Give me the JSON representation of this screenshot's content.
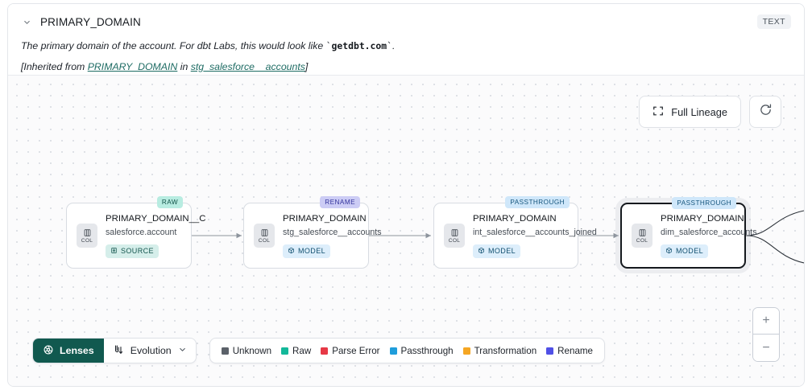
{
  "header": {
    "chevron_icon": "chevron-down-icon",
    "column_name": "PRIMARY_DOMAIN",
    "type_badge": "TEXT",
    "description_pre": "The primary domain of the account. For dbt Labs, this would look like ",
    "description_code": "getdbt.com",
    "description_post": ".",
    "inherited_prefix": "[Inherited from ",
    "inherited_link_1": "PRIMARY_DOMAIN",
    "inherited_middle": " in ",
    "inherited_link_2": "stg_salesforce__accounts",
    "inherited_suffix": "]",
    "link_color": "#1d6b63"
  },
  "canvas": {
    "full_lineage_label": "Full Lineage",
    "full_lineage_icon": "expand-icon",
    "refresh_icon": "refresh-icon",
    "zoom_in_label": "+",
    "zoom_out_label": "−",
    "nodes": [
      {
        "tag": "RAW",
        "tag_class": "tag-raw",
        "chip": "COL",
        "chip_icon": "column-icon",
        "name": "PRIMARY_DOMAIN__C",
        "sub": "salesforce.account",
        "kind": "SOURCE",
        "kind_icon": "database-icon",
        "kind_class": "kind-source",
        "selected": false
      },
      {
        "tag": "RENAME",
        "tag_class": "tag-rename",
        "chip": "COL",
        "chip_icon": "column-icon",
        "name": "PRIMARY_DOMAIN",
        "sub": "stg_salesforce__accounts",
        "kind": "MODEL",
        "kind_icon": "cube-icon",
        "kind_class": "kind-model",
        "selected": false
      },
      {
        "tag": "PASSTHROUGH",
        "tag_class": "tag-pass",
        "chip": "COL",
        "chip_icon": "column-icon",
        "name": "PRIMARY_DOMAIN",
        "sub": "int_salesforce__accounts_joined",
        "kind": "MODEL",
        "kind_icon": "cube-icon",
        "kind_class": "kind-model",
        "selected": false
      },
      {
        "tag": "PASSTHROUGH",
        "tag_class": "tag-pass",
        "chip": "COL",
        "chip_icon": "column-icon",
        "name": "PRIMARY_DOMAIN",
        "sub": "dim_salesforce_accounts",
        "kind": "MODEL",
        "kind_icon": "cube-icon",
        "kind_class": "kind-model",
        "selected": true
      }
    ]
  },
  "bottom": {
    "lenses_label": "Lenses",
    "lenses_icon": "lens-icon",
    "lenses_bg": "#11594f",
    "evolution_label": "Evolution",
    "evolution_icon": "evolution-icon",
    "evolution_caret_icon": "chevron-down-icon",
    "legend": [
      {
        "label": "Unknown",
        "color": "#5b6169"
      },
      {
        "label": "Raw",
        "color": "#13b89a"
      },
      {
        "label": "Parse Error",
        "color": "#e63946"
      },
      {
        "label": "Passthrough",
        "color": "#1f9ddb"
      },
      {
        "label": "Transformation",
        "color": "#f5a623"
      },
      {
        "label": "Rename",
        "color": "#5050e6"
      }
    ]
  }
}
